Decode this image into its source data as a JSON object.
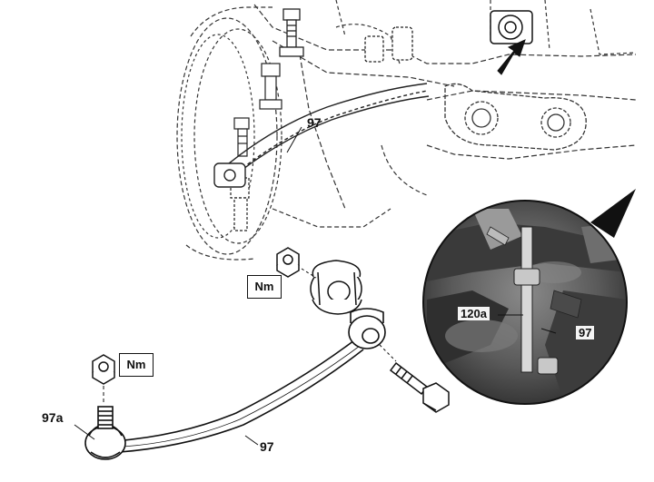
{
  "labels": {
    "link_top": "97",
    "link_bottom": "97",
    "ball_joint": "97a",
    "inset_link_rod": "120a",
    "inset_link": "97"
  },
  "torque_marks": {
    "upper": "Nm",
    "lower": "Nm"
  }
}
